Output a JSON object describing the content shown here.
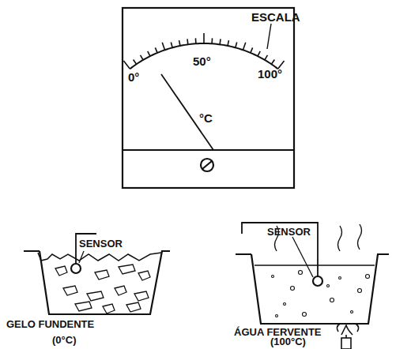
{
  "diagram": {
    "labels": [
      "ESCALA",
      "50°",
      "0°",
      "100°",
      "°C",
      "SENSOR",
      "SENSOR",
      "GELO FUNDENTE",
      "(0°C)",
      "ÁGUA FERVENTE",
      "(100°C)"
    ]
  }
}
